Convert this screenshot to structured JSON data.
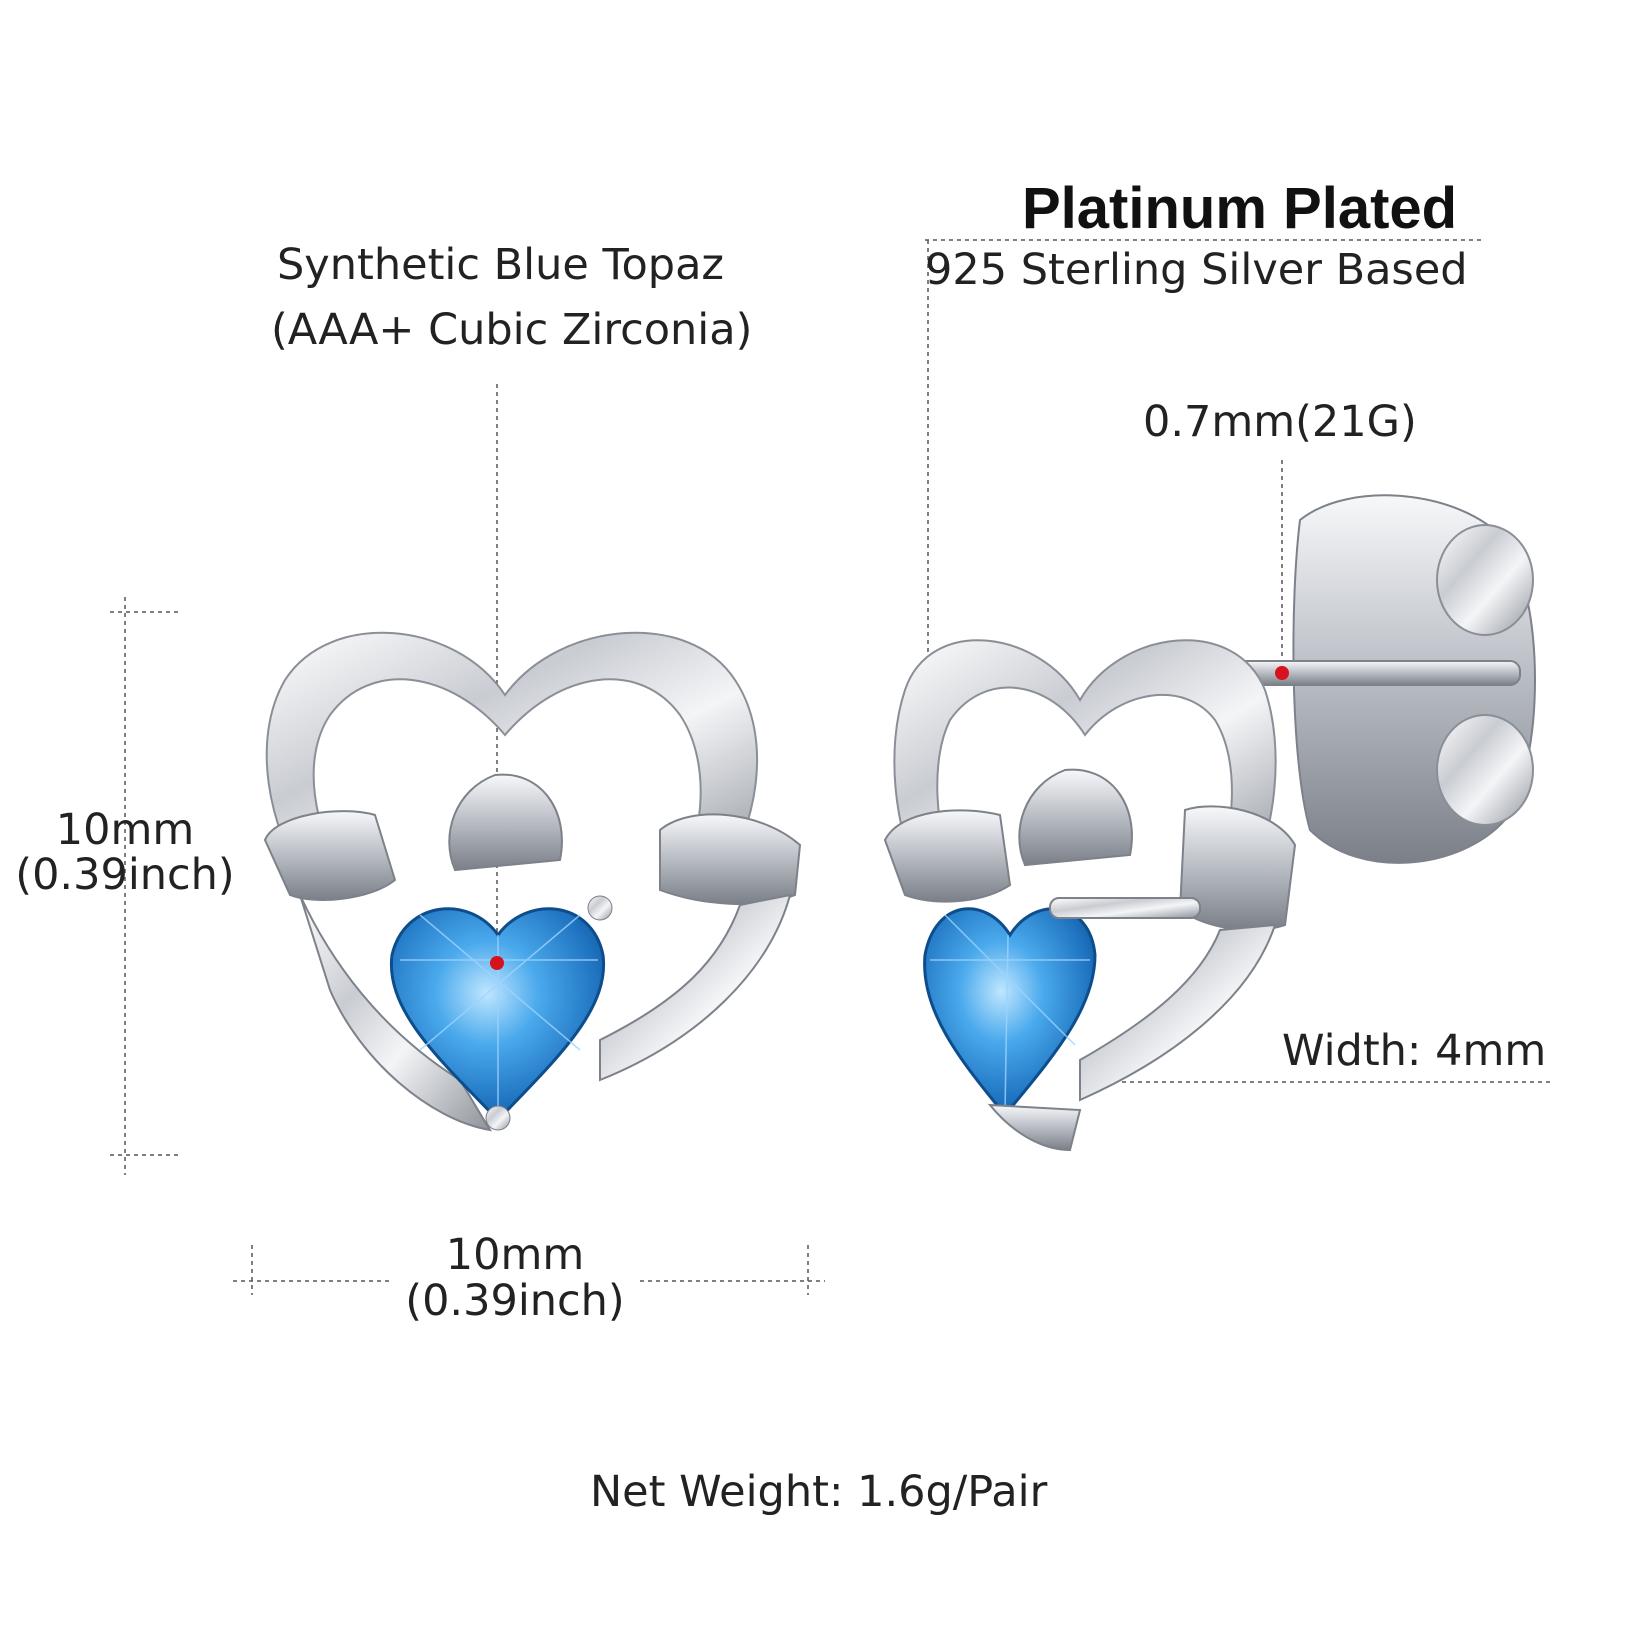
{
  "title": "Platinum Plated",
  "material": "925 Sterling Silver Based",
  "stone": {
    "line1": "Synthetic Blue Topaz",
    "line2": "(AAA+ Cubic Zirconia)"
  },
  "pin_gauge": "0.7mm(21G)",
  "height": {
    "mm": "10mm",
    "inch": "(0.39inch)"
  },
  "width_front": {
    "mm": "10mm",
    "inch": "(0.39inch)"
  },
  "width_side": "Width: 4mm",
  "weight": "Net Weight: 1.6g/Pair",
  "colors": {
    "silver": "#d9dbdf",
    "stone_blue": "#2f8fd6",
    "marker_red": "#d5121e"
  }
}
